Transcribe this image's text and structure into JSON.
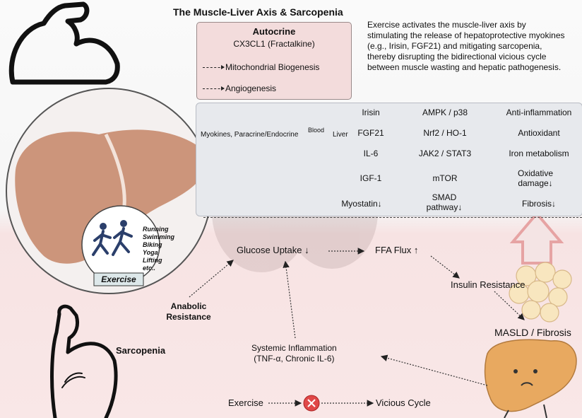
{
  "title": "The Muscle-Liver Axis & Sarcopenia",
  "autocrine": {
    "heading": "Autocrine",
    "subheading": "CX3CL1 (Fractalkine)",
    "items": [
      "Mitochondrial Biogenesis",
      "Angiogenesis"
    ]
  },
  "description": "Exercise activates the muscle-liver axis by stimulating the release of hepatoprotective myokines (e.g., Irisin, FGF21) and mitigating sarcopenia, thereby disrupting the bidirectional vicious cycle between muscle wasting and hepatic pathogenesis.",
  "myokines_panel": {
    "source_label": "Myokines, Paracrine/Endocrine",
    "route_label": "Blood",
    "target_label": "Liver",
    "rows": [
      {
        "myokine": "Irisin",
        "pathway": "AMPK / p38",
        "effect": "Anti-inflammation"
      },
      {
        "myokine": "FGF21",
        "pathway": "Nrf2 / HO-1",
        "effect": "Antioxidant"
      },
      {
        "myokine": "IL-6",
        "pathway": "JAK2 / STAT3",
        "effect": "Iron metabolism"
      },
      {
        "myokine": "IGF-1",
        "pathway": "mTOR",
        "effect": "Oxidative damage↓"
      },
      {
        "myokine": "Myostatin↓",
        "pathway": "SMAD pathway↓",
        "effect": "Fibrosis↓"
      }
    ]
  },
  "exercise_types": [
    "Running",
    "Swimming",
    "Biking",
    "Yoga",
    "Lifting",
    "etc.."
  ],
  "exercise_label": "Exercise",
  "cycle": {
    "glucose_uptake": "Glucose Uptake ↓",
    "ffa_flux": "FFA Flux ↑",
    "insulin_resistance": "Insulin Resistance",
    "masld": "MASLD / Fibrosis",
    "systemic_inflammation": "Systemic Inflammation",
    "systemic_inflammation_detail": "(TNF-α, Chronic IL-6)",
    "anabolic_resistance": "Anabolic Resistance",
    "sarcopenia": "Sarcopenia",
    "exercise": "Exercise",
    "vicious_cycle": "Vicious Cycle"
  },
  "colors": {
    "autocrine_bg": "#f3dcdc",
    "panel_bg": "#e7e9ed",
    "liver": "#c98f74",
    "fat": "#f8e6bf",
    "arrow_up": "#e6a3a3",
    "block_red": "#e04848"
  }
}
